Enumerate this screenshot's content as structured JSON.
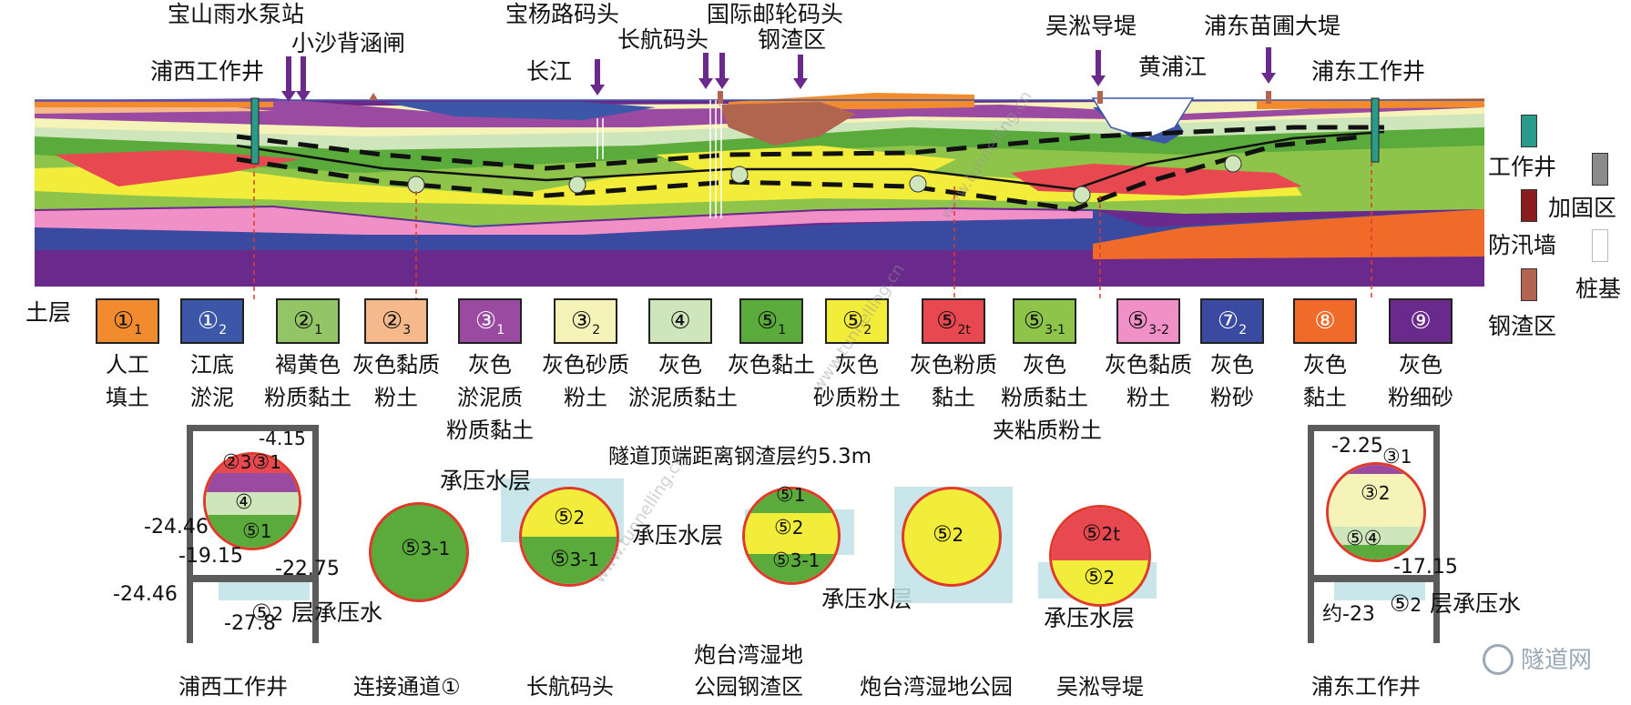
{
  "top_labels": {
    "baoshan": "宝山雨水泵站",
    "xiaosha": "小沙背涵闸",
    "puxi_shaft": "浦西工作井",
    "baoyang": "宝杨路码头",
    "changjiang": "长江",
    "changhang": "长航码头",
    "guoji": "国际邮轮码头",
    "gangzha": "钢渣区",
    "wusong": "吴淞导堤",
    "huangpu": "黄浦江",
    "pudong_dike": "浦东苗圃大堤",
    "pudong_shaft": "浦东工作井"
  },
  "right_legend": {
    "shaft": "工作井",
    "reinforce": "加固区",
    "wall": "防汛墙",
    "pile": "桩基",
    "slag": "钢渣区"
  },
  "soil_title": "土层",
  "soils": [
    {
      "sym": "①",
      "sub": "1",
      "color": "#f28a2e",
      "name1": "人工",
      "name2": "填土"
    },
    {
      "sym": "①",
      "sub": "2",
      "color": "#3d57a8",
      "name1": "江底",
      "name2": "淤泥"
    },
    {
      "sym": "②",
      "sub": "1",
      "color": "#93c465",
      "name1": "褐黄色",
      "name2": "粉质黏土"
    },
    {
      "sym": "②",
      "sub": "3",
      "color": "#f6b98b",
      "name1": "灰色黏质",
      "name2": "粉土"
    },
    {
      "sym": "③",
      "sub": "1",
      "color": "#9a4aa0",
      "name1": "灰色",
      "name2": "淤泥质",
      "name3": "粉质黏土"
    },
    {
      "sym": "③",
      "sub": "2",
      "color": "#f6f3b9",
      "name1": "灰色砂质",
      "name2": "粉土"
    },
    {
      "sym": "④",
      "sub": "",
      "color": "#cfe6bd",
      "name1": "灰色",
      "name2": "淤泥质黏土"
    },
    {
      "sym": "⑤",
      "sub": "1",
      "color": "#5aab3c",
      "name1": "灰色黏土",
      "name2": ""
    },
    {
      "sym": "⑤",
      "sub": "2",
      "color": "#f2ec3a",
      "name1": "灰色",
      "name2": "砂质粉土"
    },
    {
      "sym": "⑤",
      "sub": "2t",
      "color": "#e84850",
      "name1": "灰色粉质",
      "name2": "黏土"
    },
    {
      "sym": "⑤",
      "sub": "3-1",
      "color": "#8fc44a",
      "name1": "灰色",
      "name2": "粉质黏土",
      "name3": "夹粘质粉土"
    },
    {
      "sym": "⑤",
      "sub": "3-2",
      "color": "#f090c6",
      "name1": "灰色黏质",
      "name2": "粉土"
    },
    {
      "sym": "⑦",
      "sub": "2",
      "color": "#3a4aa0",
      "name1": "灰色",
      "name2": "粉砂"
    },
    {
      "sym": "⑧",
      "sub": "",
      "color": "#f06a2a",
      "name1": "灰色",
      "name2": "黏土"
    },
    {
      "sym": "⑨",
      "sub": "",
      "color": "#6a2a8c",
      "name1": "灰色",
      "name2": "粉细砂"
    }
  ],
  "sections": {
    "puxi": {
      "caption": "浦西工作井",
      "v1": "-4.15",
      "v2": "-24.46",
      "v3": "-19.15",
      "v4": "-22.75",
      "v5": "-24.46",
      "v6": "-27.8",
      "note": "层承压水"
    },
    "conn": {
      "caption": "连接通道①"
    },
    "changhang": {
      "caption": "长航码头",
      "aquifer": "承压水层"
    },
    "paotai1": {
      "caption1": "炮台湾湿地",
      "caption2": "公园钢渣区",
      "aquifer1": "承压水层",
      "aquifer2": "承压水层",
      "slag_note": "隧道顶端距离钢渣层约5.3m"
    },
    "paotai2": {
      "caption": "炮台湾湿地公园"
    },
    "wusong": {
      "caption": "吴淞导堤",
      "aquifer": "承压水层"
    },
    "pudong": {
      "caption": "浦东工作井",
      "v1": "-2.25",
      "v2": "-17.15",
      "v3": "约-23",
      "note": "层承压水"
    }
  },
  "watermark": "www.tunnelling.cn",
  "logo_text": "隧道网"
}
